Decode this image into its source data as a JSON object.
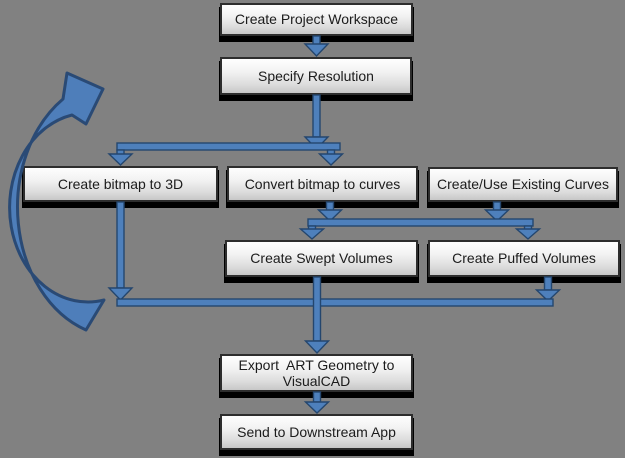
{
  "diagram": {
    "background_color": "#818181",
    "node_border_color": "#2d2d2d",
    "node_fill_top": "#fefefe",
    "node_fill_bottom": "#c7c7c7",
    "connector_color": "#4e80bc",
    "connector_outline_color": "#24466e",
    "loop_arrow": {
      "name": "loop-back-arrow",
      "shape": "thick curved swoosh on left side pointing up-right",
      "fill": "#4e7eba",
      "outline": "#2a4a75"
    },
    "nodes": [
      {
        "id": "create-project-workspace",
        "label": "Create Project Workspace"
      },
      {
        "id": "specify-resolution",
        "label": "Specify Resolution"
      },
      {
        "id": "create-bitmap-to-3d",
        "label": "Create bitmap to 3D"
      },
      {
        "id": "convert-bitmap-to-curves",
        "label": "Convert bitmap to curves"
      },
      {
        "id": "create-use-existing-curves",
        "label": "Create/Use Existing Curves"
      },
      {
        "id": "create-swept-volumes",
        "label": "Create Swept Volumes"
      },
      {
        "id": "create-puffed-volumes",
        "label": "Create Puffed Volumes"
      },
      {
        "id": "export-art-geometry",
        "label": "Export  ART Geometry to\nVisualCAD"
      },
      {
        "id": "send-to-downstream-app",
        "label": "Send to Downstream App"
      }
    ],
    "edges": [
      {
        "from": "Create Project Workspace",
        "to": "Specify Resolution"
      },
      {
        "from": "Specify Resolution",
        "to": "Create bitmap to 3D"
      },
      {
        "from": "Specify Resolution",
        "to": "Convert bitmap to curves"
      },
      {
        "from": "Convert bitmap to curves",
        "to": "Create Swept Volumes"
      },
      {
        "from": "Convert bitmap to curves",
        "to": "Create Puffed Volumes"
      },
      {
        "from": "Create/Use Existing Curves",
        "to": "Create Swept Volumes"
      },
      {
        "from": "Create/Use Existing Curves",
        "to": "Create Puffed Volumes"
      },
      {
        "from": "Create bitmap to 3D",
        "to": "Export  ART Geometry to VisualCAD"
      },
      {
        "from": "Create Swept Volumes",
        "to": "Export  ART Geometry to VisualCAD"
      },
      {
        "from": "Create Puffed Volumes",
        "to": "Export  ART Geometry to VisualCAD"
      },
      {
        "from": "Export  ART Geometry to VisualCAD",
        "to": "Send to Downstream App"
      }
    ]
  }
}
